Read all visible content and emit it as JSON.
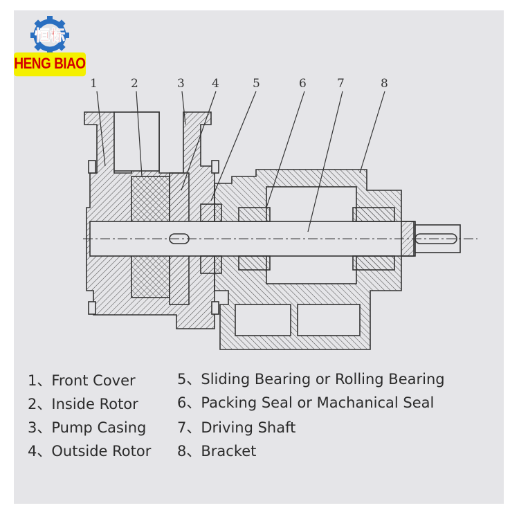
{
  "logo": {
    "brand_text": "HENG BIAO",
    "chinese_text": "恒标",
    "gear_color": "#2a6fc0",
    "text_color": "#d40000",
    "highlight_color": "#f4f000"
  },
  "diagram": {
    "callouts": [
      "1",
      "2",
      "3",
      "4",
      "5",
      "6",
      "7",
      "8"
    ]
  },
  "legend": [
    {
      "num": "1、",
      "label": "Front Cover"
    },
    {
      "num": "2、",
      "label": "Inside Rotor"
    },
    {
      "num": "3、",
      "label": "Pump Casing"
    },
    {
      "num": "4、",
      "label": "Outside Rotor"
    },
    {
      "num": "5、",
      "label": "Sliding Bearing or Rolling Bearing"
    },
    {
      "num": "6、",
      "label": "Packing Seal or Machanical Seal"
    },
    {
      "num": "7、",
      "label": "Driving Shaft"
    },
    {
      "num": "8、",
      "label": "Bracket"
    }
  ]
}
